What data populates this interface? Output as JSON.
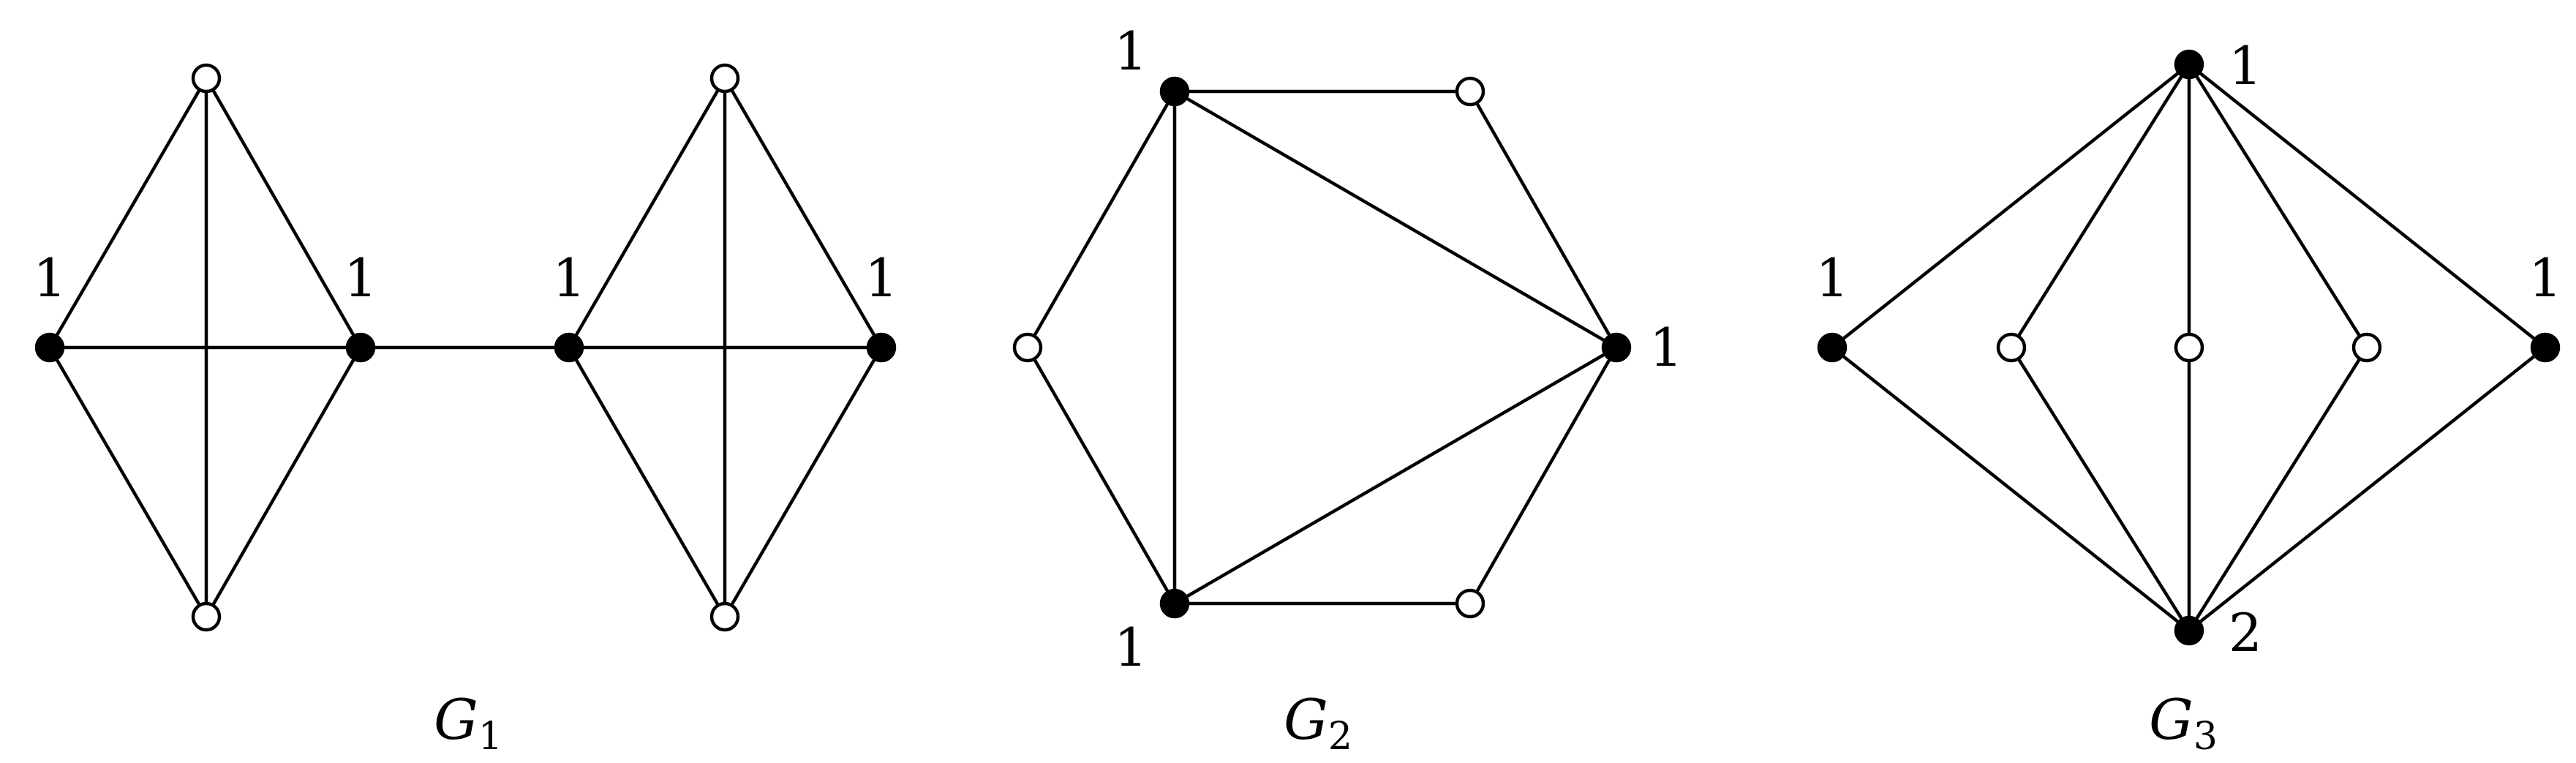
{
  "colors": {
    "line": "#000000",
    "filled": "#000000",
    "open": "#ffffff",
    "background": "#ffffff"
  },
  "graphs": [
    {
      "id": "g1",
      "caption": "G",
      "caption_sub": "1",
      "nodes": [
        {
          "id": "a1",
          "filled": false,
          "label": ""
        },
        {
          "id": "a2",
          "filled": true,
          "label": "1"
        },
        {
          "id": "a3",
          "filled": true,
          "label": "1"
        },
        {
          "id": "a4",
          "filled": false,
          "label": ""
        },
        {
          "id": "b1",
          "filled": false,
          "label": ""
        },
        {
          "id": "b2",
          "filled": true,
          "label": "1"
        },
        {
          "id": "b3",
          "filled": true,
          "label": "1"
        },
        {
          "id": "b4",
          "filled": false,
          "label": ""
        }
      ],
      "edges": [
        [
          "a1",
          "a2"
        ],
        [
          "a1",
          "a3"
        ],
        [
          "a1",
          "a4"
        ],
        [
          "a2",
          "a3"
        ],
        [
          "a2",
          "a4"
        ],
        [
          "a3",
          "a4"
        ],
        [
          "a3",
          "b2"
        ],
        [
          "b1",
          "b2"
        ],
        [
          "b1",
          "b3"
        ],
        [
          "b1",
          "b4"
        ],
        [
          "b2",
          "b3"
        ],
        [
          "b2",
          "b4"
        ],
        [
          "b3",
          "b4"
        ]
      ]
    },
    {
      "id": "g2",
      "caption": "G",
      "caption_sub": "2",
      "nodes": [
        {
          "id": "p1",
          "filled": true,
          "label": "1"
        },
        {
          "id": "p2",
          "filled": false,
          "label": ""
        },
        {
          "id": "p3",
          "filled": true,
          "label": "1"
        },
        {
          "id": "p4",
          "filled": false,
          "label": ""
        },
        {
          "id": "p5",
          "filled": true,
          "label": "1"
        },
        {
          "id": "p6",
          "filled": false,
          "label": ""
        }
      ],
      "edges": [
        [
          "p1",
          "p2"
        ],
        [
          "p2",
          "p3"
        ],
        [
          "p3",
          "p4"
        ],
        [
          "p4",
          "p5"
        ],
        [
          "p5",
          "p6"
        ],
        [
          "p6",
          "p1"
        ],
        [
          "p1",
          "p3"
        ],
        [
          "p3",
          "p5"
        ],
        [
          "p5",
          "p1"
        ]
      ]
    },
    {
      "id": "g3",
      "caption": "G",
      "caption_sub": "3",
      "nodes": [
        {
          "id": "top",
          "filled": true,
          "label": "1"
        },
        {
          "id": "bottom",
          "filled": true,
          "label": "2"
        },
        {
          "id": "left",
          "filled": true,
          "label": "1"
        },
        {
          "id": "m1",
          "filled": false,
          "label": ""
        },
        {
          "id": "m2",
          "filled": false,
          "label": ""
        },
        {
          "id": "m3",
          "filled": false,
          "label": ""
        },
        {
          "id": "right",
          "filled": true,
          "label": "1"
        }
      ],
      "edges": [
        [
          "top",
          "left"
        ],
        [
          "top",
          "m1"
        ],
        [
          "top",
          "m2"
        ],
        [
          "top",
          "m3"
        ],
        [
          "top",
          "right"
        ],
        [
          "bottom",
          "left"
        ],
        [
          "bottom",
          "m1"
        ],
        [
          "bottom",
          "m2"
        ],
        [
          "bottom",
          "m3"
        ],
        [
          "bottom",
          "right"
        ]
      ]
    }
  ]
}
